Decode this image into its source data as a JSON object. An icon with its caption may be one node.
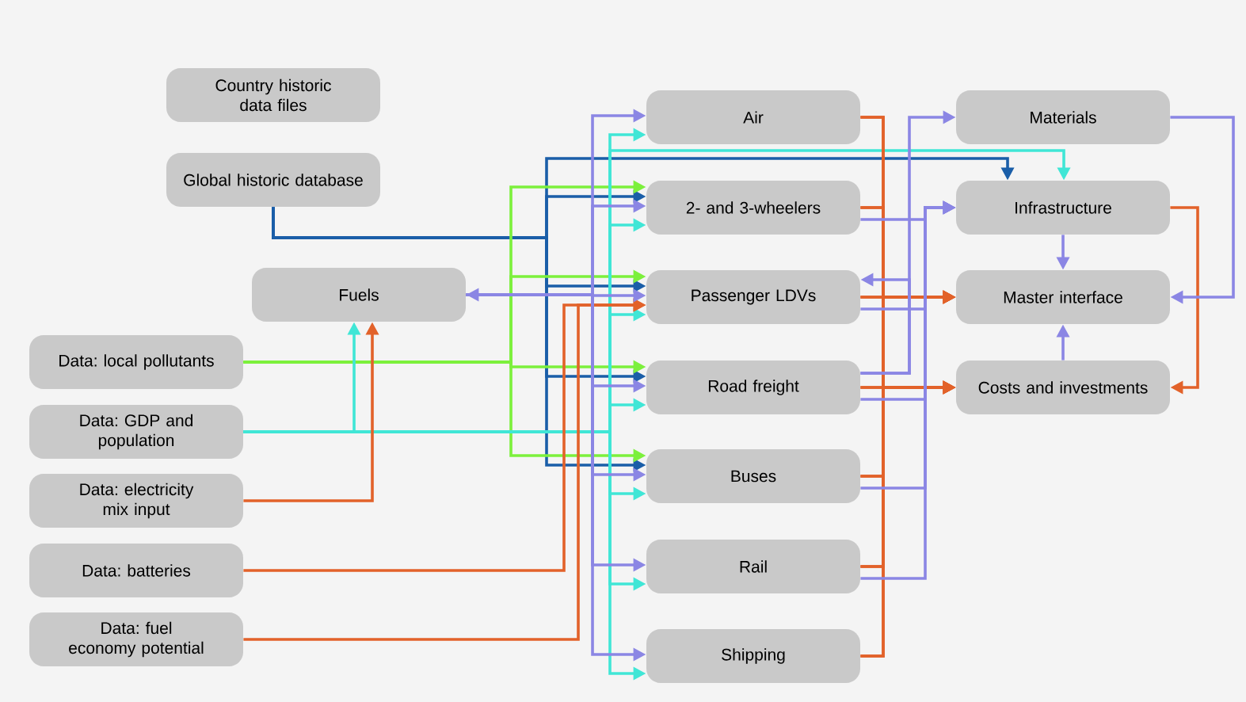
{
  "diagram": {
    "nodes": [
      {
        "text": [
          "Country historic data files"
        ]
      },
      {
        "text": [
          "Global historic database"
        ]
      },
      {
        "text": [
          "Fuels"
        ]
      },
      {
        "text": [
          "Data: local pollutants"
        ]
      },
      {
        "text": [
          "Data: GDP and population"
        ]
      },
      {
        "text": [
          "Data: electricity mix input"
        ]
      },
      {
        "text": [
          "Data: batteries"
        ]
      },
      {
        "text": [
          "Data: fuel economy potential"
        ]
      },
      {
        "text": [
          "Air"
        ]
      },
      {
        "text": [
          "2- and 3-wheelers"
        ]
      },
      {
        "text": [
          "Passenger LDVs"
        ]
      },
      {
        "text": [
          "Road freight"
        ]
      },
      {
        "text": [
          "Buses"
        ]
      },
      {
        "text": [
          "Rail"
        ]
      },
      {
        "text": [
          "Shipping"
        ]
      },
      {
        "text": [
          "Materials"
        ]
      },
      {
        "text": [
          "Infrastructure"
        ]
      },
      {
        "text": [
          "Master interface"
        ]
      },
      {
        "text": [
          "Costs and investments"
        ]
      }
    ],
    "edges": [
      {
        "from": 1,
        "to": 9,
        "arrow": "to",
        "color": "#1a5ea8"
      },
      {
        "from": 1,
        "to": 10,
        "arrow": "to",
        "color": "#1a5ea8"
      },
      {
        "from": 1,
        "to": 11,
        "arrow": "to",
        "color": "#1a5ea8"
      },
      {
        "from": 1,
        "to": 12,
        "arrow": "to",
        "color": "#1a5ea8"
      },
      {
        "from": 1,
        "to": 16,
        "arrow": "to",
        "color": "#1a5ea8"
      },
      {
        "from": 3,
        "to": 9,
        "arrow": "to",
        "color": "#7cf03c"
      },
      {
        "from": 3,
        "to": 10,
        "arrow": "to",
        "color": "#7cf03c"
      },
      {
        "from": 3,
        "to": 11,
        "arrow": "to",
        "color": "#7cf03c"
      },
      {
        "from": 3,
        "to": 12,
        "arrow": "to",
        "color": "#7cf03c"
      },
      {
        "from": 4,
        "to": 2,
        "arrow": "to",
        "color": "#40e6d6"
      },
      {
        "from": 4,
        "to": 8,
        "arrow": "to",
        "color": "#40e6d6"
      },
      {
        "from": 4,
        "to": 9,
        "arrow": "to",
        "color": "#40e6d6"
      },
      {
        "from": 4,
        "to": 10,
        "arrow": "to",
        "color": "#40e6d6"
      },
      {
        "from": 4,
        "to": 11,
        "arrow": "to",
        "color": "#40e6d6"
      },
      {
        "from": 4,
        "to": 12,
        "arrow": "to",
        "color": "#40e6d6"
      },
      {
        "from": 4,
        "to": 13,
        "arrow": "to",
        "color": "#40e6d6"
      },
      {
        "from": 4,
        "to": 14,
        "arrow": "to",
        "color": "#40e6d6"
      },
      {
        "from": 4,
        "to": 16,
        "arrow": "to",
        "color": "#40e6d6"
      },
      {
        "from": 5,
        "to": 2,
        "arrow": "to"
      },
      {
        "from": 6,
        "to": 10,
        "arrow": "to"
      },
      {
        "from": 7,
        "to": 10,
        "arrow": "to"
      },
      {
        "from": 2,
        "to": 8,
        "arrow": "to",
        "color": "#8b86e4"
      },
      {
        "from": 2,
        "to": 9,
        "arrow": "to",
        "color": "#8b86e4"
      },
      {
        "from": 2,
        "to": 10,
        "arrow": "both",
        "color": "#8b86e4"
      },
      {
        "from": 2,
        "to": 11,
        "arrow": "to",
        "color": "#8b86e4"
      },
      {
        "from": 2,
        "to": 12,
        "arrow": "to",
        "color": "#8b86e4"
      },
      {
        "from": 2,
        "to": 13,
        "arrow": "to",
        "color": "#8b86e4"
      },
      {
        "from": 2,
        "to": 14,
        "arrow": "to",
        "color": "#8b86e4"
      },
      {
        "from": 8,
        "to": 17,
        "arrow": "to"
      },
      {
        "from": 9,
        "to": 17,
        "arrow": "to"
      },
      {
        "from": 10,
        "to": 17,
        "arrow": "to"
      },
      {
        "from": 11,
        "to": 17,
        "arrow": "to"
      },
      {
        "from": 12,
        "to": 17,
        "arrow": "to"
      },
      {
        "from": 13,
        "to": 17,
        "arrow": "to"
      },
      {
        "from": 14,
        "to": 17,
        "arrow": "to"
      },
      {
        "from": 8,
        "to": 18,
        "arrow": "to"
      },
      {
        "from": 9,
        "to": 18,
        "arrow": "to"
      },
      {
        "from": 10,
        "to": 18,
        "arrow": "to"
      },
      {
        "from": 11,
        "to": 18,
        "arrow": "to"
      },
      {
        "from": 12,
        "to": 18,
        "arrow": "to"
      },
      {
        "from": 13,
        "to": 18,
        "arrow": "to"
      },
      {
        "from": 14,
        "to": 18,
        "arrow": "to"
      },
      {
        "from": 11,
        "to": 15,
        "arrow": "to",
        "color": "#8b86e4"
      },
      {
        "from": 11,
        "to": 10,
        "arrow": "to",
        "color": "#8b86e4"
      },
      {
        "from": 9,
        "to": 16,
        "arrow": "to",
        "color": "#8b86e4"
      },
      {
        "from": 10,
        "to": 16,
        "arrow": "to",
        "color": "#8b86e4"
      },
      {
        "from": 11,
        "to": 16,
        "arrow": "to",
        "color": "#8b86e4"
      },
      {
        "from": 12,
        "to": 16,
        "arrow": "to",
        "color": "#8b86e4"
      },
      {
        "from": 13,
        "to": 16,
        "arrow": "to",
        "color": "#8b86e4"
      },
      {
        "from": 16,
        "to": 18,
        "arrow": "to"
      },
      {
        "from": 15,
        "to": 17,
        "arrow": "to",
        "color": "#8b86e4"
      },
      {
        "from": 16,
        "to": 17,
        "arrow": "to",
        "color": "#8b86e4"
      },
      {
        "from": 18,
        "to": 17,
        "arrow": "to",
        "color": "#8b86e4"
      }
    ]
  }
}
